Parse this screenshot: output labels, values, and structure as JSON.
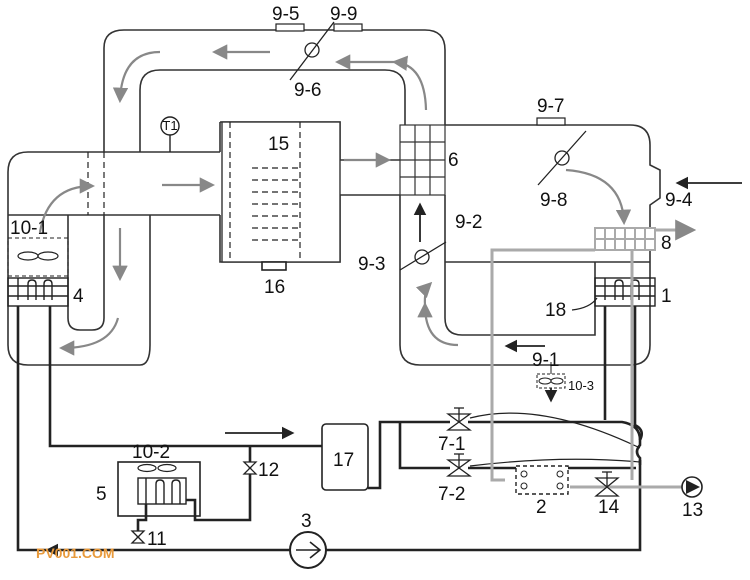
{
  "labels": {
    "l_9_5": "9-5",
    "l_9_9": "9-9",
    "l_9_6": "9-6",
    "l_9_7": "9-7",
    "l_9_8": "9-8",
    "l_9_4": "9-4",
    "l_9_2": "9-2",
    "l_9_3": "9-3",
    "l_9_1": "9-1",
    "l_10_1": "10-1",
    "l_10_2": "10-2",
    "l_10_3": "10-3",
    "l_15": "15",
    "l_16": "16",
    "l_6": "6",
    "l_8": "8",
    "l_18": "18",
    "l_1": "1",
    "l_4": "4",
    "l_17": "17",
    "l_7_1": "7-1",
    "l_7_2": "7-2",
    "l_2": "2",
    "l_14": "14",
    "l_13": "13",
    "l_12": "12",
    "l_5": "5",
    "l_11": "11",
    "l_3": "3",
    "t1": "T1"
  },
  "watermark": "PV001.COM",
  "colors": {
    "duct": "#333333",
    "pipe": "#222222",
    "flow_arrow": "#888888",
    "gray_pipe": "#aaaaaa",
    "watermark": "#e89a3c"
  },
  "icons": {
    "fan": "fan-icon",
    "valve": "valve-icon",
    "damper": "damper-icon",
    "compressor": "compressor-icon",
    "pump": "pump-icon",
    "thermometer": "thermometer-icon"
  }
}
